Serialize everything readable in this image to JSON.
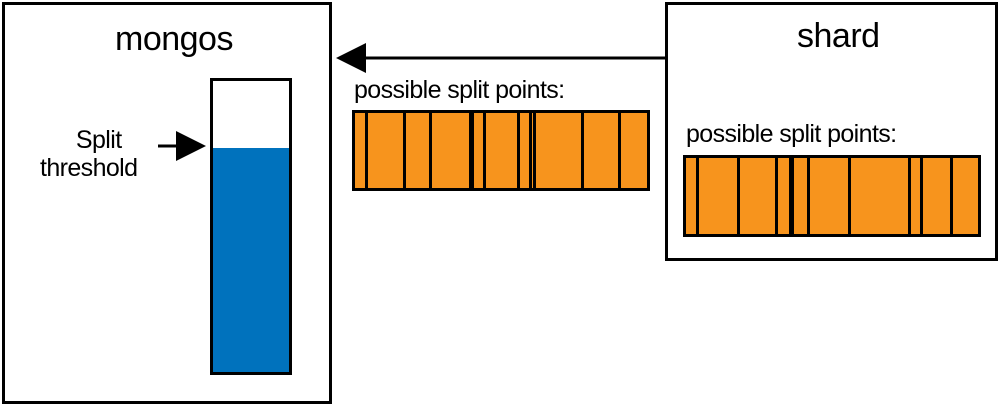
{
  "mongos": {
    "title": "mongos",
    "split_label_line1": "Split",
    "split_label_line2": "threshold",
    "fill_level": 0.77
  },
  "shard": {
    "title": "shard"
  },
  "split_points": {
    "label": "possible split points:",
    "color": "#f7941d",
    "mid_strip_lines": [
      {
        "pos": 0.04,
        "w": 3
      },
      {
        "pos": 0.17,
        "w": 3
      },
      {
        "pos": 0.26,
        "w": 3
      },
      {
        "pos": 0.4,
        "w": 5
      },
      {
        "pos": 0.445,
        "w": 3
      },
      {
        "pos": 0.56,
        "w": 3
      },
      {
        "pos": 0.6,
        "w": 3
      },
      {
        "pos": 0.615,
        "w": 3
      },
      {
        "pos": 0.78,
        "w": 3
      },
      {
        "pos": 0.905,
        "w": 3
      }
    ],
    "shard_strip_lines": [
      {
        "pos": 0.04,
        "w": 3
      },
      {
        "pos": 0.18,
        "w": 3
      },
      {
        "pos": 0.31,
        "w": 3
      },
      {
        "pos": 0.36,
        "w": 5
      },
      {
        "pos": 0.42,
        "w": 3
      },
      {
        "pos": 0.56,
        "w": 3
      },
      {
        "pos": 0.765,
        "w": 3
      },
      {
        "pos": 0.805,
        "w": 3
      },
      {
        "pos": 0.91,
        "w": 3
      }
    ],
    "accent": "#0072bd"
  }
}
